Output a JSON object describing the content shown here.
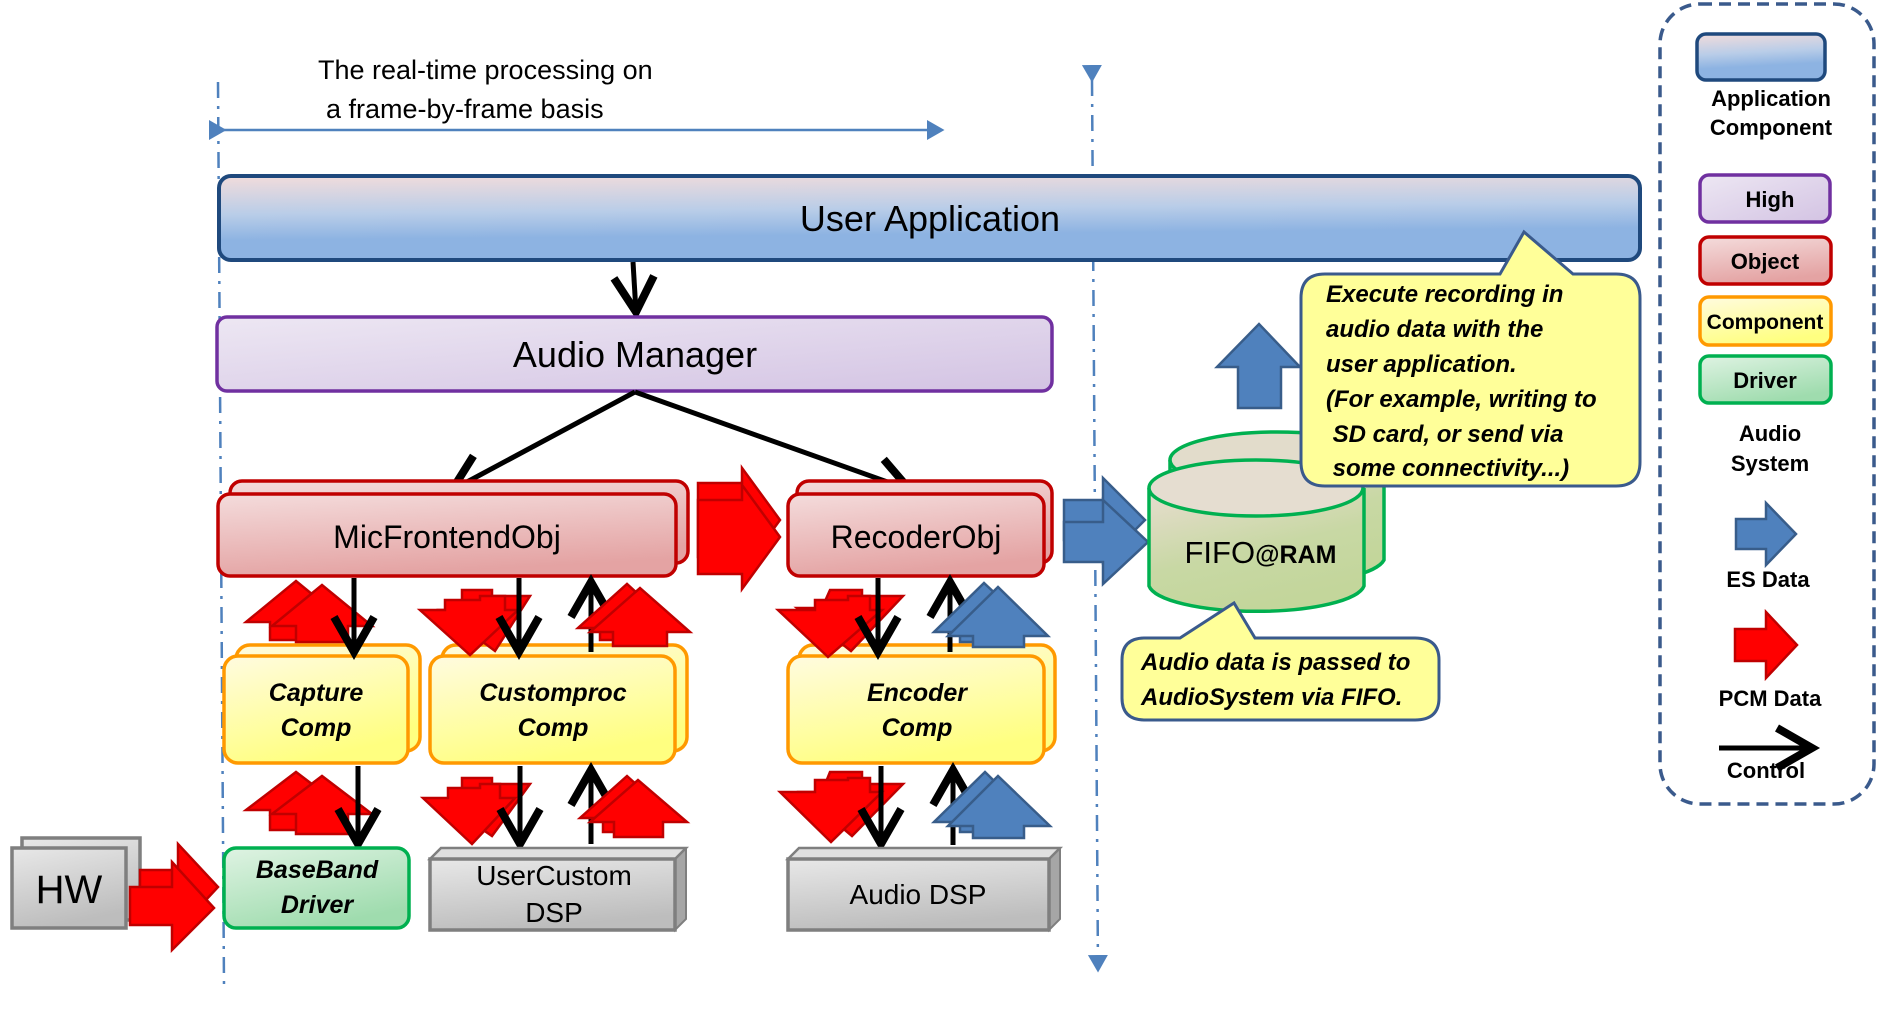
{
  "diagram": {
    "annotation": {
      "line1": "The real-time processing on",
      "line2": "a frame-by-frame basis"
    },
    "nodes": {
      "user_application": "User Application",
      "audio_manager": "Audio Manager",
      "mic_frontend_obj": "MicFrontendObj",
      "recoder_obj": "RecoderObj",
      "fifo_main": "FIFO",
      "fifo_suffix": "@RAM",
      "capture_comp_line1": "Capture",
      "capture_comp_line2": "Comp",
      "customproc_comp_line1": "Customproc",
      "customproc_comp_line2": "Comp",
      "encoder_comp_line1": "Encoder",
      "encoder_comp_line2": "Comp",
      "hw": "HW",
      "baseband_driver_line1": "BaseBand",
      "baseband_driver_line2": "Driver",
      "usercustom_dsp_line1": "UserCustom",
      "usercustom_dsp_line2": "DSP",
      "audio_dsp": "Audio DSP"
    },
    "callouts": {
      "recording": [
        "Execute recording in",
        "audio data with the",
        "user application.",
        "(For example, writing to",
        " SD card, or send via",
        " some connectivity...)"
      ],
      "fifo": [
        "Audio data is passed to",
        "AudioSystem via FIFO."
      ]
    },
    "legend": {
      "application_component_line1": "Application",
      "application_component_line2": "Component",
      "high": "High",
      "object": "Object",
      "component": "Component",
      "driver": "Driver",
      "audio_system_line1": "Audio",
      "audio_system_line2": "System",
      "es_data": "ES Data",
      "pcm_data": "PCM Data",
      "control": "Control"
    },
    "colors": {
      "application": "#8db3e2",
      "high": "#7030a0",
      "object": "#c00000",
      "component": "#ff9900",
      "driver": "#00b050",
      "es_data": "#4f81bd",
      "pcm_data": "#ff0000",
      "control": "#000000",
      "callout_fill": "#ffff99",
      "callout_border": "#3a5a8c",
      "guide_line": "#4f81bd"
    }
  }
}
